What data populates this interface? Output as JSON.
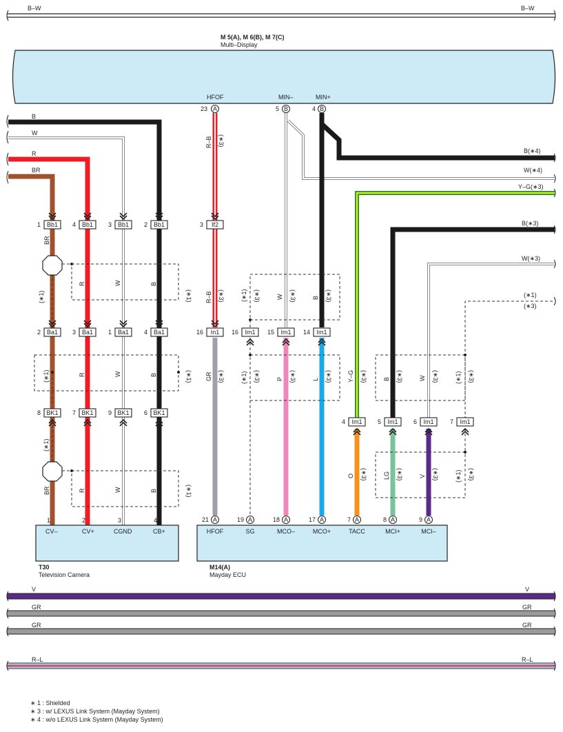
{
  "top_bus": {
    "left_label": "B–W",
    "right_label": "B–W"
  },
  "multi_display": {
    "title": "M 5(A), M 6(B), M 7(C)",
    "name": "Multi–Display",
    "pins": [
      {
        "num": "23",
        "conn": "A",
        "label": "HFOF"
      },
      {
        "num": "5",
        "conn": "B",
        "label": "MIN–"
      },
      {
        "num": "4",
        "conn": "B",
        "label": "MIN+"
      }
    ]
  },
  "left_wires": [
    {
      "label": "B",
      "color": "#1a1a1a"
    },
    {
      "label": "W",
      "color": "#ffffff"
    },
    {
      "label": "R",
      "color": "#ee1c25"
    },
    {
      "label": "BR",
      "color": "#a0522d"
    }
  ],
  "right_wires": [
    {
      "label": "B(∗4)",
      "color": "#1a1a1a"
    },
    {
      "label": "W(∗4)",
      "color": "#ffffff"
    },
    {
      "label": "Y–G(∗3)",
      "color": "#e8e800"
    },
    {
      "label": "B(∗3)",
      "color": "#1a1a1a"
    },
    {
      "label": "W(∗3)",
      "color": "#ffffff"
    },
    {
      "label": "(∗1)",
      "color": ""
    },
    {
      "label": "(∗3)",
      "color": ""
    }
  ],
  "conn_bb1": [
    {
      "num": "1",
      "id": "Bb1"
    },
    {
      "num": "4",
      "id": "Bb1"
    },
    {
      "num": "3",
      "id": "Bb1"
    },
    {
      "num": "2",
      "id": "Bb1"
    }
  ],
  "conn_ba1": [
    {
      "num": "2",
      "id": "Ba1"
    },
    {
      "num": "3",
      "id": "Ba1"
    },
    {
      "num": "1",
      "id": "Ba1"
    },
    {
      "num": "4",
      "id": "Ba1"
    }
  ],
  "conn_bk1": [
    {
      "num": "8",
      "id": "BK1"
    },
    {
      "num": "7",
      "id": "BK1"
    },
    {
      "num": "9",
      "id": "BK1"
    },
    {
      "num": "6",
      "id": "BK1"
    }
  ],
  "conn_if2": {
    "num": "3",
    "id": "If2"
  },
  "conn_im1_top": [
    {
      "num": "16",
      "id": "In1"
    },
    {
      "num": "16",
      "id": "Im1"
    },
    {
      "num": "15",
      "id": "Im1"
    },
    {
      "num": "14",
      "id": "Im1"
    }
  ],
  "conn_im1_mid": [
    {
      "num": "4",
      "id": "Im1"
    },
    {
      "num": "5",
      "id": "Im1"
    },
    {
      "num": "6",
      "id": "Im1"
    },
    {
      "num": "7",
      "id": "Im1"
    }
  ],
  "wire_labels": {
    "br": "BR",
    "r": "R",
    "w": "W",
    "b": "B",
    "rb": "R–B",
    "gr": "GR",
    "p": "P",
    "l": "L",
    "yg": "Y–G",
    "o": "O",
    "lg": "LG",
    "v": "V",
    "s1": "(∗1)",
    "s3": "(∗3)"
  },
  "tv_camera": {
    "id": "T30",
    "name": "Television Camera",
    "pins": [
      {
        "num": "1",
        "label": "CV–"
      },
      {
        "num": "2",
        "label": "CV+"
      },
      {
        "num": "3",
        "label": "CGND"
      },
      {
        "num": "4",
        "label": "CB+"
      }
    ]
  },
  "mayday_ecu": {
    "id": "M14(A)",
    "name": "Mayday ECU",
    "pins": [
      {
        "num": "21",
        "conn": "A",
        "label": "HFOF"
      },
      {
        "num": "19",
        "conn": "A",
        "label": "SG"
      },
      {
        "num": "18",
        "conn": "A",
        "label": "MCO–"
      },
      {
        "num": "17",
        "conn": "A",
        "label": "MCO+"
      },
      {
        "num": "7",
        "conn": "A",
        "label": "TACC"
      },
      {
        "num": "8",
        "conn": "A",
        "label": "MCI+"
      },
      {
        "num": "9",
        "conn": "A",
        "label": "MCI–"
      }
    ]
  },
  "bottom_buses": [
    {
      "label": "V",
      "color": "#5b2a86"
    },
    {
      "label": "GR",
      "color": "#9a9a9a"
    },
    {
      "label": "GR",
      "color": "#9a9a9a"
    },
    {
      "label": "R–L",
      "color": "#e04040"
    }
  ],
  "notes": [
    "∗ 1 : Shielded",
    "∗ 3 : w/ LEXUS Link System (Mayday System)",
    "∗ 4 : w/o LEXUS Link System (Mayday System)"
  ]
}
